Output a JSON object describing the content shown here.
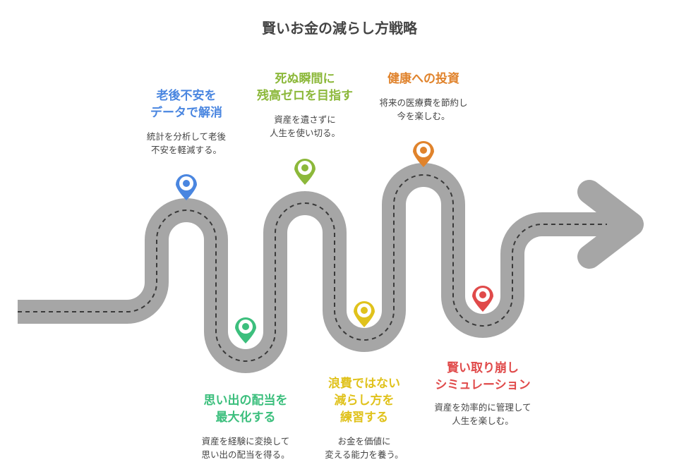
{
  "title": "賢いお金の減らし方戦略",
  "steps": [
    {
      "heading": "老後不安を\nデータで解消",
      "desc": "統計を分析して老後\n不安を軽減する。",
      "color": "#4a86e0"
    },
    {
      "heading": "思い出の配当を\n最大化する",
      "desc": "資産を経験に変換して\n思い出の配当を得る。",
      "color": "#3cbf7d"
    },
    {
      "heading": "死ぬ瞬間に\n残高ゼロを目指す",
      "desc": "資産を遺さずに\n人生を使い切る。",
      "color": "#8cb83a"
    },
    {
      "heading": "浪費ではない\n減らし方を\n練習する",
      "desc": "お金を価値に\n変える能力を養う。",
      "color": "#e0c21c"
    },
    {
      "heading": "健康への投資",
      "desc": "将来の医療費を節約し\n今を楽しむ。",
      "color": "#e0832c"
    },
    {
      "heading": "賢い取り崩し\nシミュレーション",
      "desc": "資産を効率的に管理して\n人生を楽しむ。",
      "color": "#e04a4a"
    }
  ]
}
